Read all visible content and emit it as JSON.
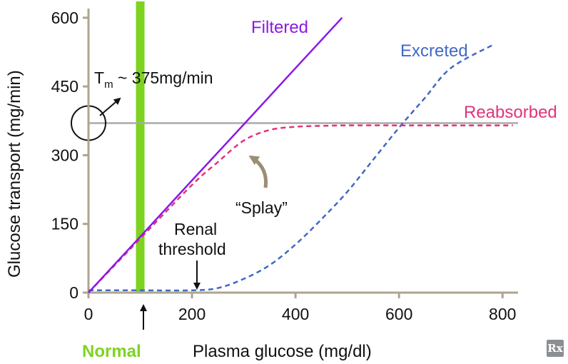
{
  "chart_data": {
    "type": "line",
    "xlabel": "Plasma glucose (mg/dl)",
    "ylabel": "Glucose transport (mg/min)",
    "xlim": [
      0,
      830
    ],
    "ylim": [
      0,
      620
    ],
    "x_ticks": [
      "0",
      "200",
      "400",
      "600",
      "800"
    ],
    "y_ticks": [
      "0",
      "150",
      "300",
      "450",
      "600"
    ],
    "grid": false,
    "series": [
      {
        "name": "Filtered",
        "style": "solid",
        "color": "#8b18e6",
        "x": [
          0,
          100,
          200,
          300,
          400,
          490
        ],
        "y": [
          0,
          122,
          245,
          367,
          490,
          600
        ]
      },
      {
        "name": "Reabsorbed",
        "style": "dashed",
        "color": "#e2337a",
        "x": [
          0,
          100,
          200,
          250,
          300,
          350,
          400,
          450,
          500,
          600,
          700,
          820
        ],
        "y": [
          0,
          118,
          235,
          285,
          332,
          355,
          362,
          364,
          365,
          365,
          365,
          365
        ]
      },
      {
        "name": "Excreted",
        "style": "dashed",
        "color": "#4169c4",
        "x": [
          0,
          100,
          200,
          250,
          300,
          350,
          400,
          450,
          500,
          550,
          600,
          650,
          700,
          780
        ],
        "y": [
          5,
          5,
          5,
          10,
          30,
          60,
          105,
          160,
          220,
          290,
          360,
          425,
          490,
          540
        ]
      }
    ],
    "reference_lines": {
      "tm_y": 370,
      "tm_color": "#aaaaaa",
      "normal_band_x": 100,
      "normal_band_color": "#7ed321"
    },
    "annotations": {
      "tm_prefix": "T",
      "tm_subscript": "m",
      "tm_text": " ~ 375mg/min",
      "splay": "“Splay”",
      "renal_line1": "Renal",
      "renal_line2": "threshold",
      "normal": "Normal",
      "normal_color": "#7ed321"
    }
  },
  "logo_text": "Rx"
}
